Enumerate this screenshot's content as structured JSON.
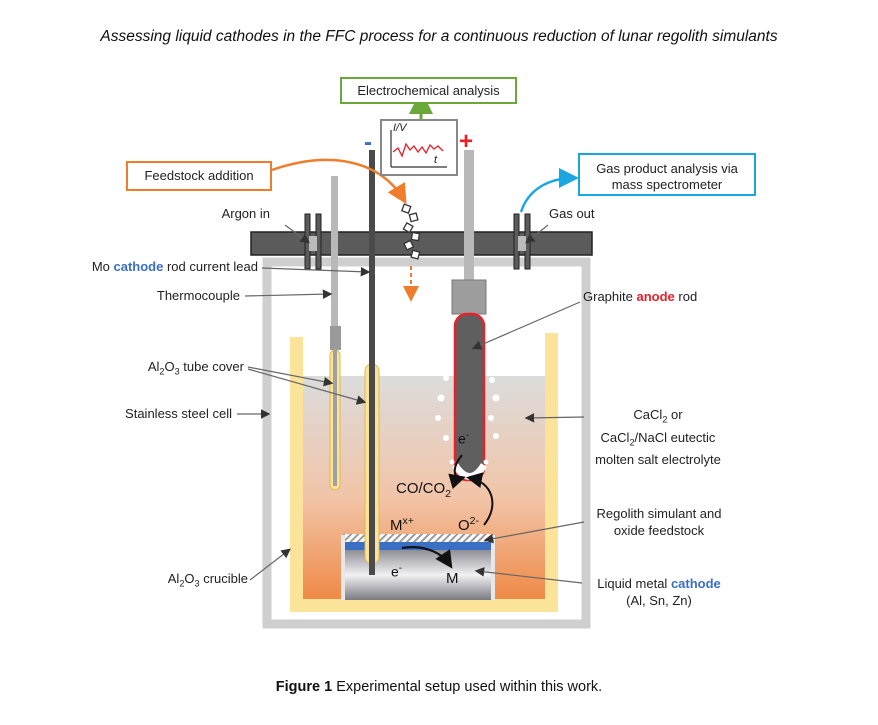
{
  "title": "Assessing liquid cathodes in the FFC process for a continuous reduction of lunar regolith simulants",
  "caption": {
    "prefix": "Figure 1",
    "text": " Experimental setup used within this work."
  },
  "boxes": {
    "electrochem": "Electrochemical analysis",
    "feedstock": "Feedstock addition",
    "gas_product_line1": "Gas product analysis via",
    "gas_product_line2": "mass spectrometer"
  },
  "plot_inset": {
    "y_axis": "I/V",
    "x_axis": "t"
  },
  "polarity": {
    "negative": "-",
    "positive": "+"
  },
  "labels": {
    "argon_in": "Argon in",
    "gas_out": "Gas out",
    "mo_prefix": "Mo ",
    "mo_cathode": "cathode",
    "mo_suffix": " rod current lead",
    "thermocouple": "Thermocouple",
    "graphite_prefix": "Graphite ",
    "graphite_anode": "anode",
    "graphite_suffix": " rod",
    "al2o3_tube": "Al",
    "al2o3_tube_rest": " tube cover",
    "stainless": "Stainless steel cell",
    "electrolyte_l1a": "CaCl",
    "electrolyte_l1b": " or",
    "electrolyte_l2a": "CaCl",
    "electrolyte_l2b": "/NaCl eutectic",
    "electrolyte_l3": "molten salt electrolyte",
    "regolith_l1": "Regolith simulant and",
    "regolith_l2": "oxide feedstock",
    "crucible_a": "Al",
    "crucible_b": " crucible",
    "liquid_metal_prefix": "Liquid metal ",
    "liquid_metal_cathode": "cathode",
    "liquid_metal_l2": "(Al, Sn, Zn)"
  },
  "species": {
    "electron": "e",
    "co": "CO/CO",
    "oxide_ion": "O",
    "metal_ion": "M",
    "metal": "M"
  },
  "colors": {
    "orange": "#ef7d2b",
    "green": "#6aa83c",
    "cyan": "#1aa7e0",
    "blue_text": "#3a6fc4",
    "red": "#e8202a",
    "lid": "#5b5b5b",
    "crucible": "#fce39a"
  }
}
